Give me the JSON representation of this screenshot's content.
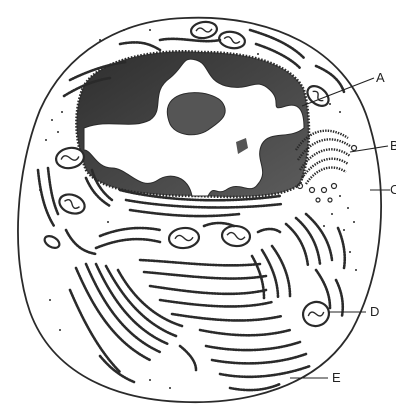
{
  "labels": {
    "a": "A",
    "b": "B",
    "c": "C",
    "d": "D",
    "e": "E"
  },
  "colors": {
    "outline": "#2a2a2a",
    "nucleus_dark": "#3c3c3c",
    "nucleolus": "#5a5a5a",
    "background": "#ffffff"
  }
}
